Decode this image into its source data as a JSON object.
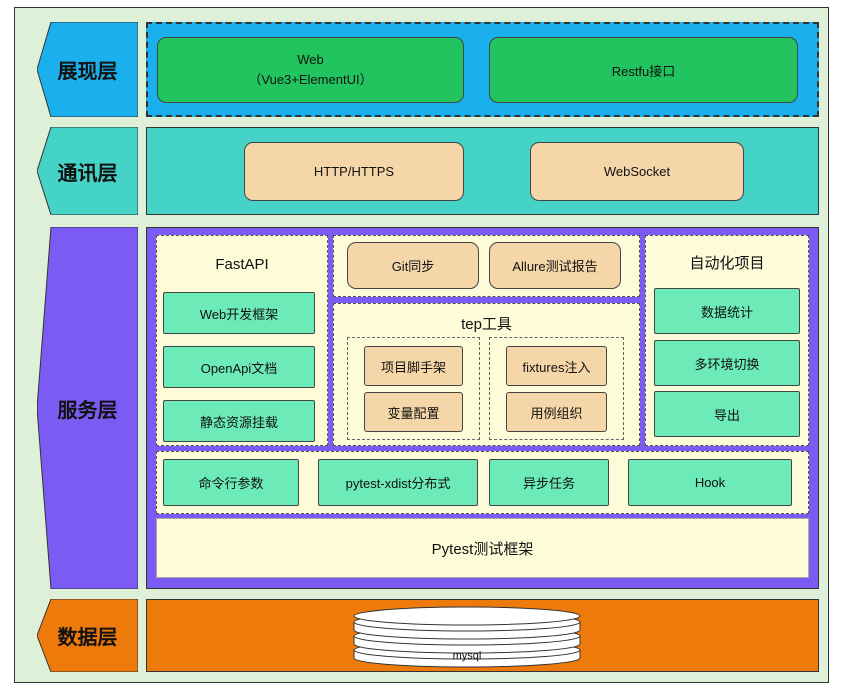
{
  "layers": {
    "presentation": {
      "label": "展现层",
      "web": "Web",
      "web_sub": "（Vue3+ElementUI）",
      "restful": "Restfu接口"
    },
    "communication": {
      "label": "通讯层",
      "http": "HTTP/HTTPS",
      "websocket": "WebSocket"
    },
    "service": {
      "label": "服务层",
      "fastapi": {
        "title": "FastAPI",
        "items": [
          "Web开发框架",
          "OpenApi文档",
          "静态资源挂载"
        ]
      },
      "top_tools": [
        "Git同步",
        "Allure测试报告"
      ],
      "tep": {
        "title": "tep工具",
        "left": [
          "项目脚手架",
          "变量配置"
        ],
        "right": [
          "fixtures注入",
          "用例组织"
        ]
      },
      "auto_project": {
        "title": "自动化项目",
        "items": [
          "数据统计",
          "多环境切换",
          "导出"
        ]
      },
      "features": [
        "命令行参数",
        "pytest-xdist分布式",
        "异步任务",
        "Hook"
      ],
      "pytest": "Pytest测试框架"
    },
    "data": {
      "label": "数据层",
      "db": "mysql"
    }
  },
  "colors": {
    "presentation": "#1ab0ee",
    "communication": "#45d3c7",
    "service": "#7a5cf5",
    "data": "#ee7a0c",
    "green_button": "#21c45e",
    "beige_button": "#f5d6a8",
    "mint_button": "#6ceab8",
    "panel": "#fdfbd8"
  }
}
